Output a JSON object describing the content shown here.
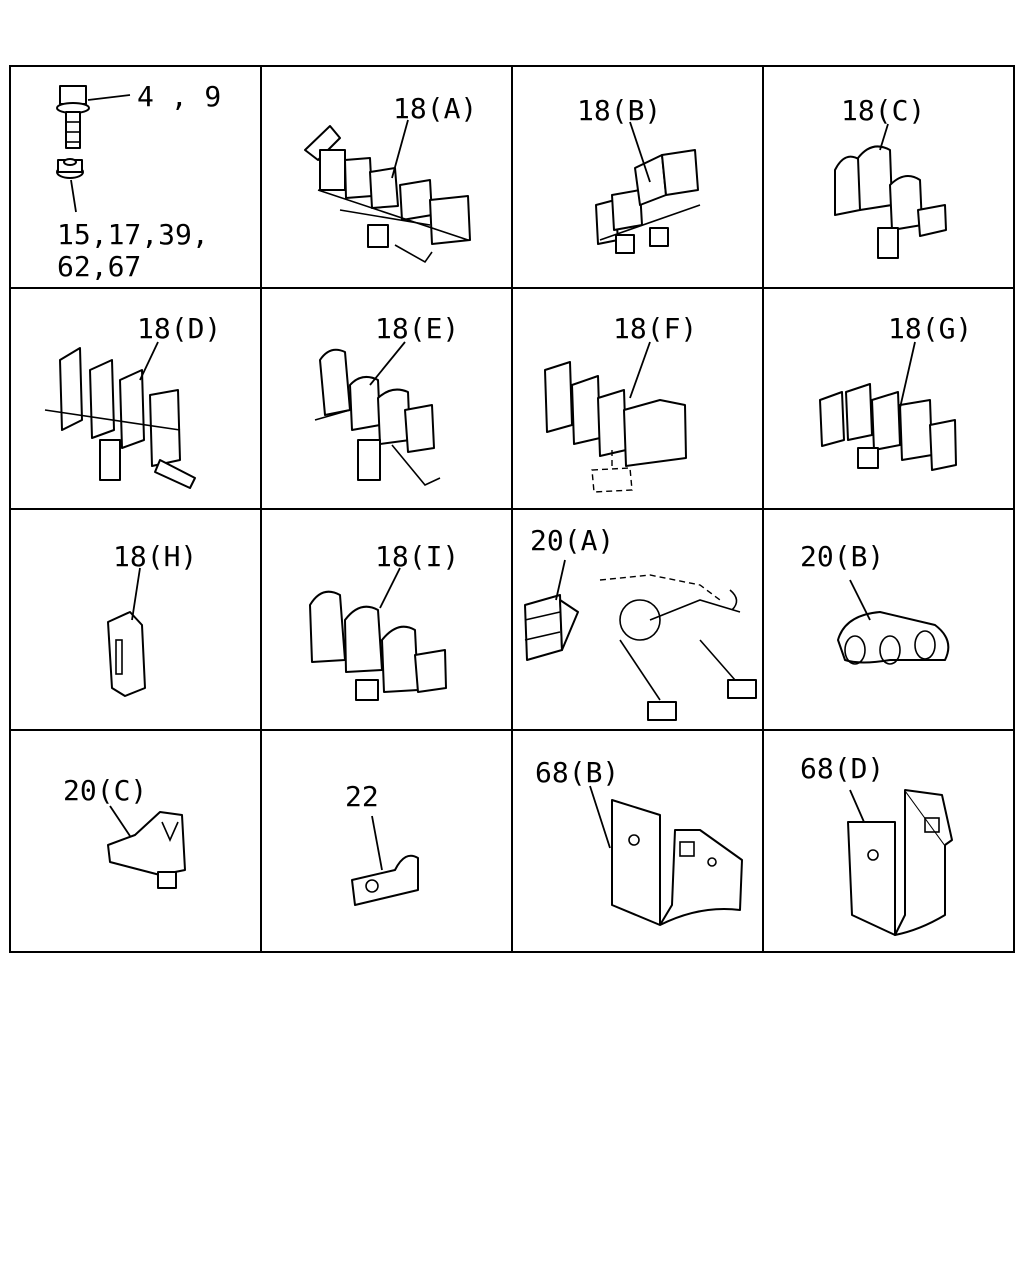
{
  "cells": [
    {
      "id": "fasteners",
      "labels": [
        "4 , 9",
        "15,17,39,",
        "62,67"
      ]
    },
    {
      "id": "18A",
      "labels": [
        "18(A)"
      ]
    },
    {
      "id": "18B",
      "labels": [
        "18(B)"
      ]
    },
    {
      "id": "18C",
      "labels": [
        "18(C)"
      ]
    },
    {
      "id": "18D",
      "labels": [
        "18(D)"
      ]
    },
    {
      "id": "18E",
      "labels": [
        "18(E)"
      ]
    },
    {
      "id": "18F",
      "labels": [
        "18(F)"
      ]
    },
    {
      "id": "18G",
      "labels": [
        "18(G)"
      ]
    },
    {
      "id": "18H",
      "labels": [
        "18(H)"
      ]
    },
    {
      "id": "18I",
      "labels": [
        "18(I)"
      ]
    },
    {
      "id": "20A",
      "labels": [
        "20(A)"
      ]
    },
    {
      "id": "20B",
      "labels": [
        "20(B)"
      ]
    },
    {
      "id": "20C",
      "labels": [
        "20(C)"
      ]
    },
    {
      "id": "22",
      "labels": [
        "22"
      ]
    },
    {
      "id": "68B",
      "labels": [
        "68(B)"
      ]
    },
    {
      "id": "68D",
      "labels": [
        "68(D)"
      ]
    }
  ]
}
